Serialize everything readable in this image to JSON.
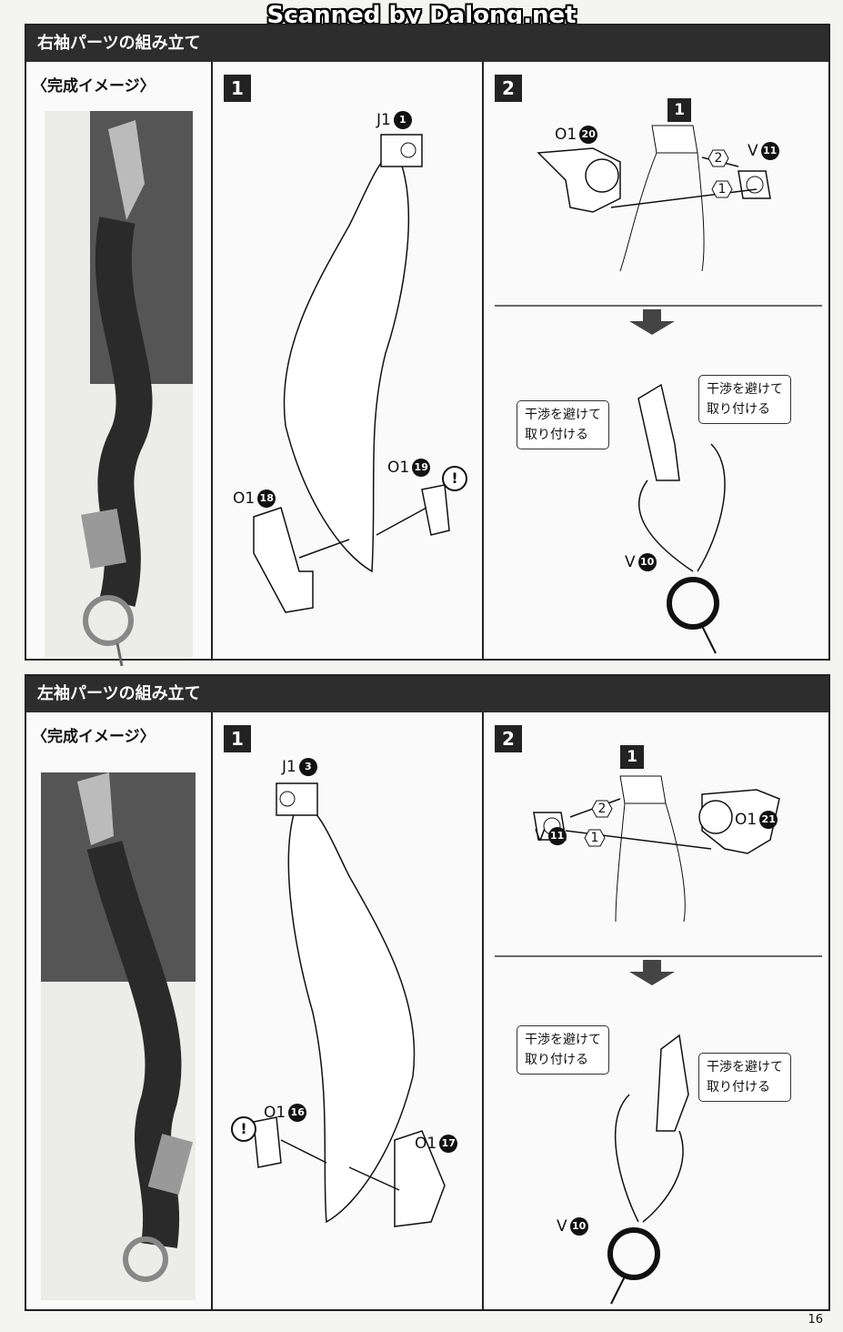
{
  "watermark": "Scanned by Dalong.net",
  "page_number": "16",
  "sections": [
    {
      "title": "右袖パーツの組み立て",
      "preview_label": "〈完成イメージ〉",
      "step1": {
        "number": "1",
        "parts": [
          {
            "code": "J1",
            "num": "1"
          },
          {
            "code": "O1",
            "num": "18"
          },
          {
            "code": "O1",
            "num": "19"
          }
        ],
        "warning": "!"
      },
      "step2": {
        "number": "2",
        "sub_step": "1",
        "parts": [
          {
            "code": "O1",
            "num": "20"
          },
          {
            "code": "V",
            "num": "11"
          },
          {
            "code": "V",
            "num": "10"
          }
        ],
        "order": [
          "2",
          "1"
        ],
        "notes": [
          "干渉を避けて\n取り付ける",
          "干渉を避けて\n取り付ける"
        ]
      }
    },
    {
      "title": "左袖パーツの組み立て",
      "preview_label": "〈完成イメージ〉",
      "step1": {
        "number": "1",
        "parts": [
          {
            "code": "J1",
            "num": "3"
          },
          {
            "code": "O1",
            "num": "16"
          },
          {
            "code": "O1",
            "num": "17"
          }
        ],
        "warning": "!"
      },
      "step2": {
        "number": "2",
        "sub_step": "1",
        "parts": [
          {
            "code": "V",
            "num": "11"
          },
          {
            "code": "O1",
            "num": "21"
          },
          {
            "code": "V",
            "num": "10"
          }
        ],
        "order": [
          "2",
          "1"
        ],
        "notes": [
          "干渉を避けて\n取り付ける",
          "干渉を避けて\n取り付ける"
        ]
      }
    }
  ],
  "colors": {
    "header_bg": "#2d2d2d",
    "border": "#222222",
    "paper": "#f4f4f2"
  }
}
